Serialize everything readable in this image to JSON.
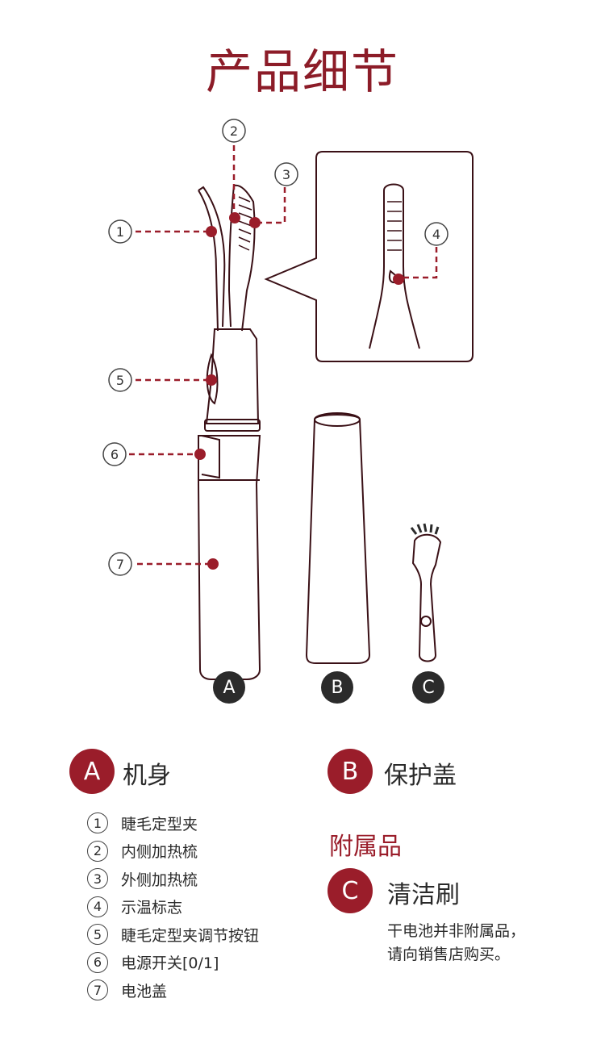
{
  "page_title": "产品细节",
  "callouts": [
    "1",
    "2",
    "3",
    "4",
    "5",
    "6",
    "7"
  ],
  "part_letters": [
    "A",
    "B",
    "C"
  ],
  "section_a": {
    "badge": "A",
    "title": "机身"
  },
  "section_b": {
    "badge": "B",
    "title": "保护盖"
  },
  "accessories": {
    "title": "附属品",
    "badge": "C",
    "item": "清洁刷",
    "note_lines": [
      "干电池并非附属品，",
      "请向销售店购买。"
    ]
  },
  "features": [
    {
      "num": "1",
      "label": "睫毛定型夹"
    },
    {
      "num": "2",
      "label": "内侧加热梳"
    },
    {
      "num": "3",
      "label": "外侧加热梳"
    },
    {
      "num": "4",
      "label": "示温标志"
    },
    {
      "num": "5",
      "label": "睫毛定型夹调节按钮"
    },
    {
      "num": "6",
      "label": "电源开关[0/1]"
    },
    {
      "num": "7",
      "label": "电池盖"
    }
  ],
  "colors": {
    "accent": "#9a1d2a",
    "line": "#3a1016",
    "dark": "#2b2b2b"
  }
}
